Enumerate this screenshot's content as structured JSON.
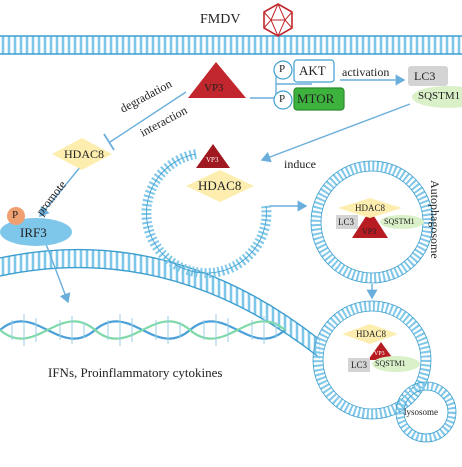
{
  "virus": {
    "name": "FMDV"
  },
  "proteins": {
    "vp3": "VP3",
    "akt": "AKT",
    "mtor": "MTOR",
    "hdac8": "HDAC8",
    "irf3": "IRF3",
    "lc3": "LC3",
    "sqstm1": "SQSTM1",
    "phospho": "P"
  },
  "arrows": {
    "activation": "activation",
    "degradation": "degradation",
    "interaction": "interaction",
    "induce": "induce",
    "promote": "promote"
  },
  "compartments": {
    "autophagosome": "Autophagosome",
    "lysosome": "lysosome"
  },
  "outputs": {
    "ifns": "IFNs, Proinflammatory cytokines"
  },
  "colors": {
    "membrane": "#7fc7e8",
    "membrane_dark": "#3d9fd0",
    "vp3": "#c1272d",
    "hdac8": "#fdeeb0",
    "akt_fill": "#ffffff",
    "mtor_fill": "#3db23d",
    "irf3": "#7ec6ea",
    "phospho": "#f0a070",
    "lc3_fill": "#d4d4d4",
    "sqstm1_fill": "#d9f0c8",
    "dna_green": "#7fd9a8",
    "dna_blue": "#4aa0d8",
    "arrow": "#6aaedc"
  }
}
